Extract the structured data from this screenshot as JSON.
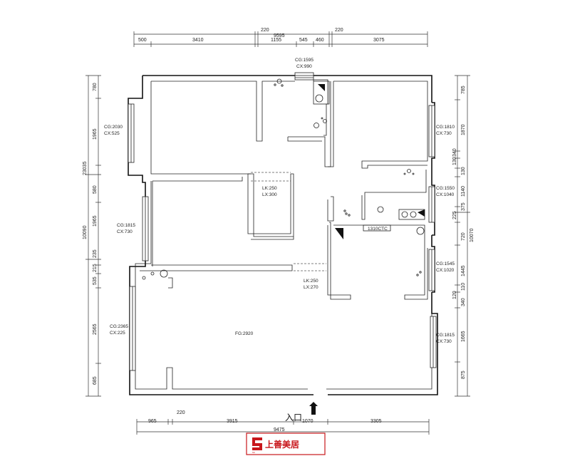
{
  "dimensions": {
    "top_total": "9595",
    "top_segments": [
      "500",
      "3410",
      "1155",
      "545",
      "460",
      "3075"
    ],
    "top_small": [
      "220",
      "220"
    ],
    "left_segments": [
      "780",
      "1965",
      "580",
      "1965",
      "235",
      "215",
      "535",
      "2565",
      "685"
    ],
    "left_totals": [
      "23035",
      "10090"
    ],
    "right_segments": [
      "785",
      "1870",
      "130",
      "340",
      "130",
      "1140",
      "375",
      "225",
      "720",
      "1445",
      "110",
      "120",
      "340",
      "1665",
      "875"
    ],
    "right_total": "10070",
    "bottom_total": "9475",
    "bottom_segments": [
      "965",
      "3915",
      "1070",
      "3305"
    ],
    "bottom_small": "220"
  },
  "labels": {
    "win_top_cg": "CG:1595",
    "win_top_cx": "CX:990",
    "win_l1_cg": "CG:2030",
    "win_l1_cx": "CX:525",
    "win_l2_cg": "CG:1815",
    "win_l2_cx": "CX:730",
    "win_l3_cg": "CG:2365",
    "win_l3_cx": "CX:225",
    "win_r1_cg": "CG:1810",
    "win_r1_cx": "CX:730",
    "win_r2_cg": "CG:1550",
    "win_r2_cx": "CX:1040",
    "win_r3_cg": "CG:1545",
    "win_r3_cx": "CX:1020",
    "win_r4_cg": "CG:1815",
    "win_r4_cx": "CX:730",
    "lk1": "LK:250",
    "lx1": "LX:300",
    "lk2": "LK:250",
    "lx2": "LX:270",
    "fg": "FG:2920",
    "kitchen_note": "1310CTC"
  },
  "entry": "入口",
  "brand": {
    "name": "上善美居",
    "logo_mark": "ss"
  }
}
